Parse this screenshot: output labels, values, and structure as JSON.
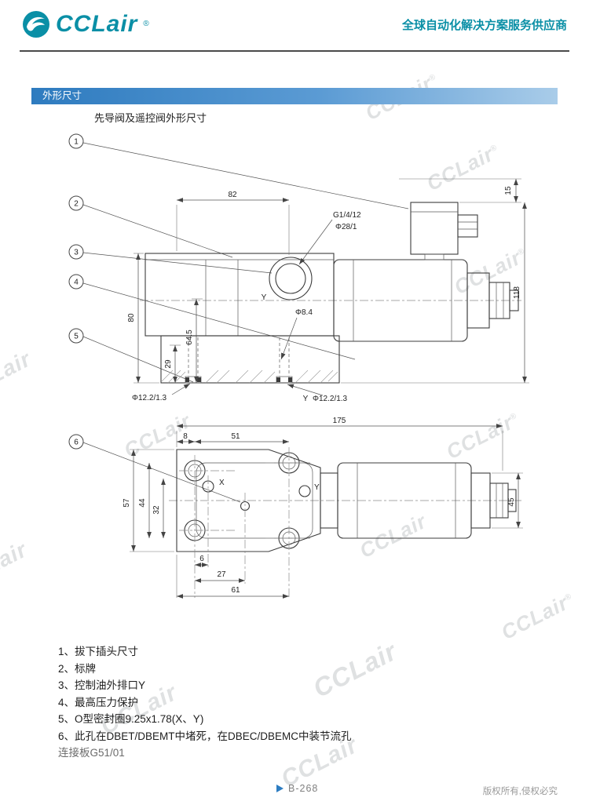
{
  "header": {
    "logo": "CCLair",
    "logo_reg": "®",
    "tagline": "全球自动化解决方案服务供应商"
  },
  "section": {
    "title": "外形尺寸",
    "subtitle": "先导阀及遥控阀外形尺寸"
  },
  "watermark": "CCLair",
  "watermark_reg": "®",
  "callouts": [
    "1",
    "2",
    "3",
    "4",
    "5",
    "6"
  ],
  "upper": {
    "d82": "82",
    "d15": "15",
    "d118": "118",
    "d80": "80",
    "d64_5": "64.5",
    "d29": "29",
    "g14": "G1/4/12",
    "phi28": "Φ28/1",
    "phi84": "Φ8.4",
    "phi122_left": "Φ12.2/1.3",
    "phi122_bottom": "Φ12.2/1.3",
    "y_port": "Y",
    "y_bottom": "Y"
  },
  "lower": {
    "d175": "175",
    "d8": "8",
    "d51": "51",
    "d57": "57",
    "d44": "44",
    "d32": "32",
    "d6": "6",
    "d27": "27",
    "d61": "61",
    "d45": "45",
    "x_label": "X",
    "y_label": "Y"
  },
  "notes": [
    "1、拔下插头尺寸",
    "2、标牌",
    "3、控制油外排口Y",
    "4、最高压力保护",
    "5、O型密封圈9.25x1.78(X、Y)",
    "6、此孔在DBET/DBEMT中堵死，在DBEC/DBEMC中装节流孔",
    "连接板G51/01"
  ],
  "footer": {
    "page": "B-268",
    "copyright": "版权所有,侵权必究"
  },
  "colors": {
    "brand_teal": "#0a8fa6",
    "section_bar_blue": "#2e7bbf",
    "page_marker_blue": "#2d7dc2"
  }
}
